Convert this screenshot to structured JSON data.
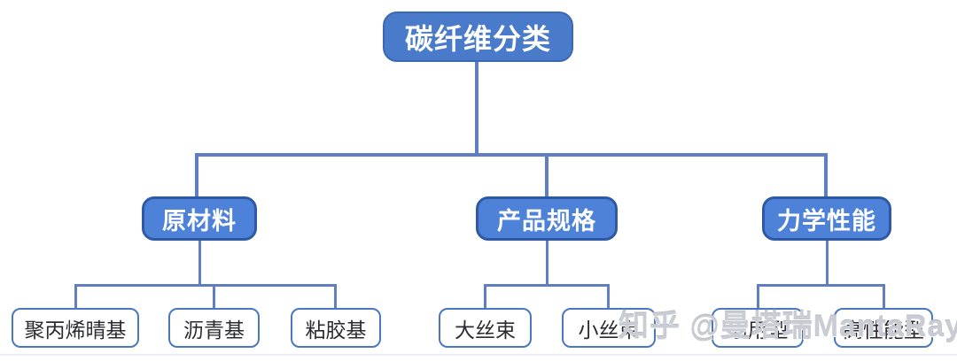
{
  "diagram": {
    "title_node": {
      "label": "碳纤维分类"
    },
    "branches": [
      {
        "label": "原材料",
        "children": [
          {
            "label": "聚丙烯晴基"
          },
          {
            "label": "沥青基"
          },
          {
            "label": "粘胶基"
          }
        ]
      },
      {
        "label": "产品规格",
        "children": [
          {
            "label": "大丝束"
          },
          {
            "label": "小丝束"
          }
        ]
      },
      {
        "label": "力学性能",
        "children": [
          {
            "label": "通用型"
          },
          {
            "label": "高性能型"
          }
        ]
      }
    ]
  },
  "watermark": {
    "text": "知乎 @曼塔瑞MantaRay"
  },
  "colors": {
    "root_fill": "#4a7bca",
    "root_border": "#3c67b2",
    "branch_fill": "#4e82d8",
    "branch_border": "#2e59a5",
    "leaf_border": "#4a77c2",
    "leaf_text": "#2b2b33",
    "connector": "#5f7fc2",
    "watermark": "#c9ccd3"
  }
}
